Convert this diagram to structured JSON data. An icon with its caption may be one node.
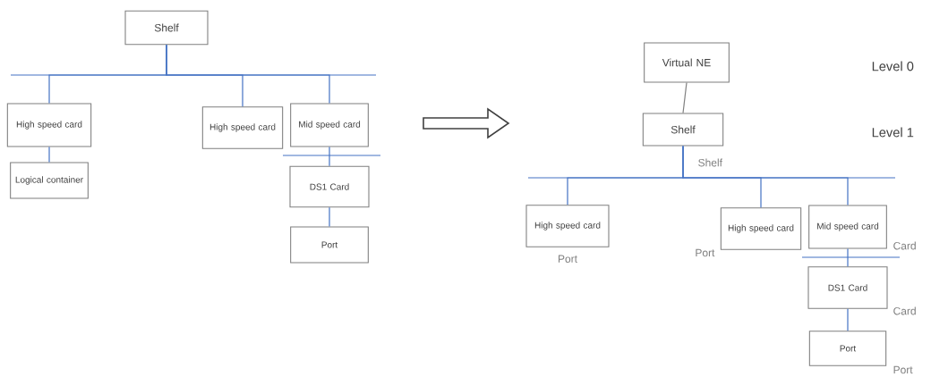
{
  "diagram": {
    "nodes": [
      {
        "text": [
          "Shelf"
        ]
      },
      {
        "text": [
          "High speed card"
        ]
      },
      {
        "text": [
          "High speed card"
        ]
      },
      {
        "text": [
          "Mid speed card"
        ]
      },
      {
        "text": [
          "Logical container"
        ]
      },
      {
        "text": [
          "DS1 Card"
        ]
      },
      {
        "text": [
          "Port"
        ]
      },
      {
        "text": [
          "Virtual NE"
        ]
      },
      {
        "text": [
          "Shelf"
        ],
        "beside": [
          "Shelf"
        ]
      },
      {
        "text": [
          "High speed card"
        ],
        "beside": [
          "Port"
        ]
      },
      {
        "text": [
          "High speed card"
        ],
        "beside": [
          "Port"
        ]
      },
      {
        "text": [
          "Mid speed card"
        ],
        "beside": [
          "Card"
        ]
      },
      {
        "text": [
          "DS1 Card"
        ],
        "beside": [
          "Card"
        ]
      },
      {
        "text": [
          "Port"
        ],
        "beside": [
          "Port"
        ]
      }
    ],
    "edges": [
      {
        "from": 0,
        "to": 1,
        "arrow": "none"
      },
      {
        "from": 0,
        "to": 2,
        "arrow": "none"
      },
      {
        "from": 0,
        "to": 3,
        "arrow": "none"
      },
      {
        "from": 1,
        "to": 4,
        "arrow": "none"
      },
      {
        "from": 3,
        "to": 5,
        "arrow": "none"
      },
      {
        "from": 5,
        "to": 6,
        "arrow": "none"
      },
      {
        "from": 7,
        "to": 8,
        "arrow": "none",
        "color": "#7f7f7f"
      },
      {
        "from": 8,
        "to": 9,
        "arrow": "none"
      },
      {
        "from": 8,
        "to": 10,
        "arrow": "none"
      },
      {
        "from": 8,
        "to": 11,
        "arrow": "none"
      },
      {
        "from": 11,
        "to": 12,
        "arrow": "none"
      },
      {
        "from": 12,
        "to": 13,
        "arrow": "none"
      }
    ],
    "labels": [
      "Level 0",
      "Level 1"
    ]
  }
}
